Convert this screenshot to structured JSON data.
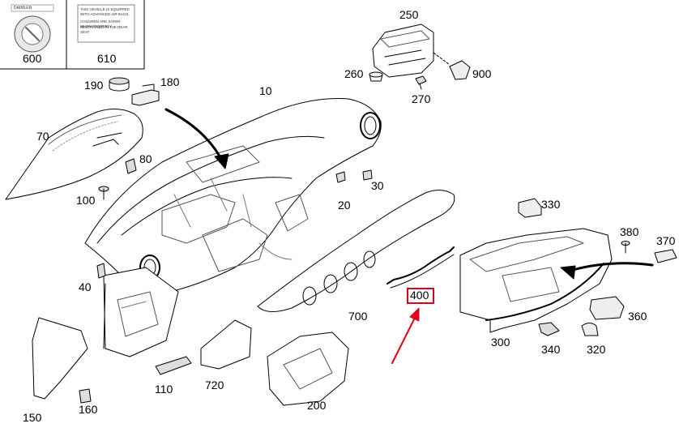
{
  "labels": {
    "p10": "10",
    "p20": "20",
    "p30": "30",
    "p40": "40",
    "p70": "70",
    "p80": "80",
    "p100": "100",
    "p110": "110",
    "p150": "150",
    "p160": "160",
    "p180": "180",
    "p190": "190",
    "p200": "200",
    "p250": "250",
    "p260": "260",
    "p270": "270",
    "p300": "300",
    "p320": "320",
    "p330": "330",
    "p340": "340",
    "p360": "360",
    "p370": "370",
    "p380": "380",
    "p400": "400",
    "p600": "600",
    "p610": "610",
    "p700": "700",
    "p720": "720",
    "p900": "900"
  },
  "warning_card": {
    "heading": "THIS VEHICLE IS EQUIPPED WITH ADVANCED AIR BAGS",
    "line1": "CHILDREN ARE SAFER WHEN PROPERLY",
    "line2": "RESTRAINED IN THE REAR SEAT"
  },
  "sticker_brand": "DAIMLER",
  "highlighted_part": "400",
  "colors": {
    "highlight": "#e0001b",
    "arrow": "#e0001b",
    "line": "#000000"
  }
}
